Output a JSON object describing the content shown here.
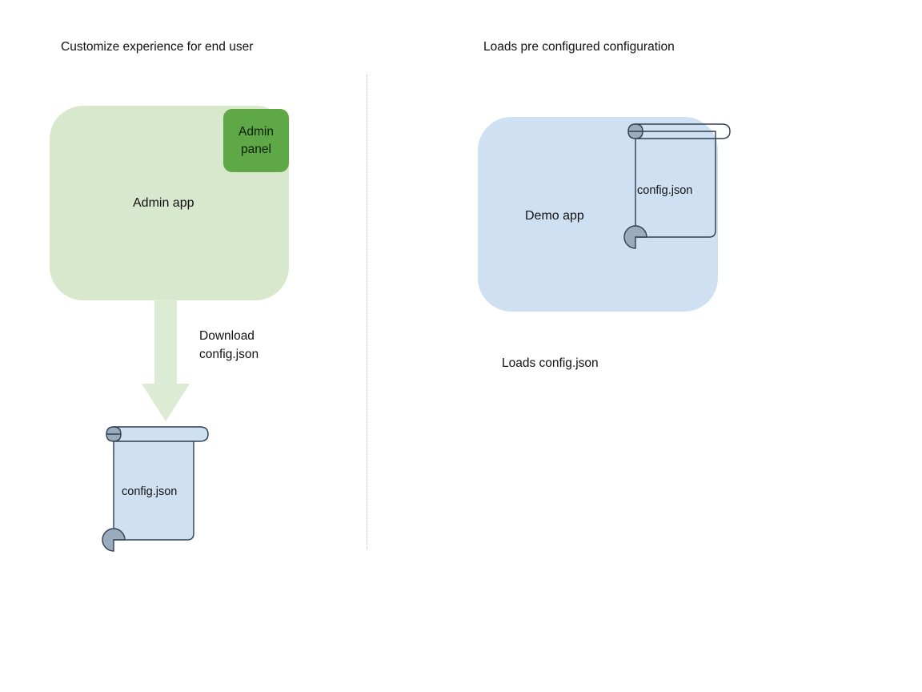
{
  "diagram": {
    "background": "#ffffff",
    "columns": [
      {
        "id": "left",
        "title": "Customize experience for end user",
        "app_box": {
          "label": "Admin app",
          "fill": "#d8e8cc"
        },
        "panel_chip": {
          "label": "Admin\npanel",
          "fill": "#5fa848",
          "text_color": "#0d1f06"
        },
        "arrow": {
          "label": "Download\nconfig.json",
          "direction": "down",
          "fill": "#dcebd4"
        },
        "document": {
          "label": "config.json",
          "fill": "#cfe0f3",
          "stroke": "#2e3f52",
          "curl_fill": "#9aabbd"
        }
      },
      {
        "id": "right",
        "title": "Loads pre configured configuration",
        "app_box": {
          "label": "Demo app",
          "fill": "#cfe0f3"
        },
        "document": {
          "label": "config.json",
          "fill": "none",
          "stroke": "#2e3f52",
          "curl_fill": "#9aabbd"
        },
        "caption": "Loads config.json"
      }
    ],
    "divider": {
      "style": "dotted",
      "color": "#b9b9b9"
    }
  }
}
